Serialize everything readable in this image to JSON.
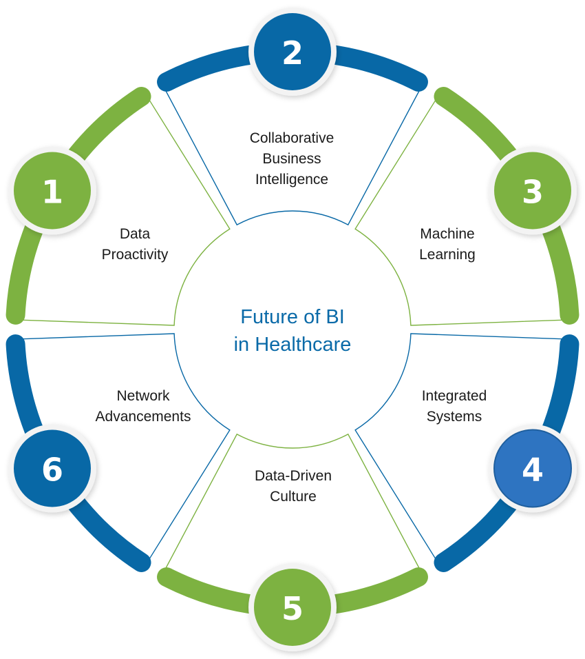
{
  "title": {
    "line1": "Future of BI",
    "line2": "in Healthcare",
    "color": "#0a6aa8"
  },
  "colors": {
    "green": "#7db241",
    "blue": "#0868a6",
    "highlight_blue": "#2e74c1"
  },
  "steps": [
    {
      "number": "1",
      "lines": [
        "Data",
        "Proactivity"
      ],
      "color": "green",
      "angle": -150
    },
    {
      "number": "2",
      "lines": [
        "Collaborative",
        "Business",
        "Intelligence"
      ],
      "color": "blue",
      "angle": -90
    },
    {
      "number": "3",
      "lines": [
        "Machine",
        "Learning"
      ],
      "color": "green",
      "angle": -30
    },
    {
      "number": "4",
      "lines": [
        "Integrated",
        "Systems"
      ],
      "color": "blue",
      "angle": 30,
      "highlighted": true
    },
    {
      "number": "5",
      "lines": [
        "Data-Driven",
        "Culture"
      ],
      "color": "green",
      "angle": 90
    },
    {
      "number": "6",
      "lines": [
        "Network",
        "Advancements"
      ],
      "color": "blue",
      "angle": 150
    }
  ]
}
